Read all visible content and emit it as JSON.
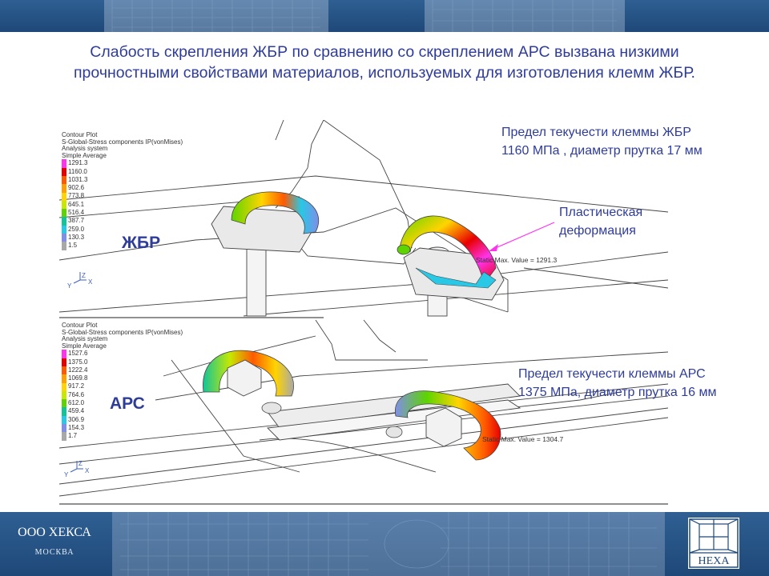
{
  "slide": {
    "title_line1": "Слабость скрепления ЖБР по сравнению со скреплением АРС вызвана низкими",
    "title_line2": "прочностными свойствами материалов, используемых для изготовления клемм  ЖБР."
  },
  "plot_top": {
    "legend_title": [
      "Contour Plot",
      "S-Global-Stress components IP(vonMises)",
      "Analysis system",
      "Simple Average"
    ],
    "legend_values": [
      "1291.3",
      "1160.0",
      "1031.3",
      "902.6",
      "773.8",
      "645.1",
      "516.4",
      "387.7",
      "259.0",
      "130.3",
      "1.5"
    ],
    "legend_colors": [
      "#ff33ee",
      "#e80000",
      "#ff5a00",
      "#ff9f00",
      "#ffd400",
      "#c8e800",
      "#5dd400",
      "#12c49a",
      "#28c8e6",
      "#7f8ee8",
      "#a8a8a8"
    ],
    "label": "ЖБР",
    "note_line1": "Предел текучести клеммы ЖБР",
    "note_line2": "1160 МПа , диаметр прутка 17 мм",
    "callout_line1": "Пластическая",
    "callout_line2": "деформация",
    "static_max": "Static Max. Value  =  1291.3",
    "axes": {
      "z": "Z",
      "y": "Y",
      "x": "X"
    }
  },
  "plot_bottom": {
    "legend_title": [
      "Contour Plot",
      "S-Global-Stress components IP(vonMises)",
      "Analysis system",
      "Simple Average"
    ],
    "legend_values": [
      "1527.6",
      "1375.0",
      "1222.4",
      "1069.8",
      "917.2",
      "764.6",
      "612.0",
      "459.4",
      "306.9",
      "154.3",
      "1.7"
    ],
    "legend_colors": [
      "#ff33ee",
      "#e80000",
      "#ff5a00",
      "#ff9f00",
      "#ffd400",
      "#c8e800",
      "#5dd400",
      "#12c49a",
      "#28c8e6",
      "#7f8ee8",
      "#a8a8a8"
    ],
    "label": "АРС",
    "note_line1": "Предел текучести клеммы АРС",
    "note_line2": "1375 МПа, диаметр прутка 16 мм",
    "static_max": "Static Max. Value  =  1304.7",
    "axes": {
      "z": "Z",
      "y": "Y",
      "x": "X"
    }
  },
  "footer": {
    "company": "ООО ХЕКСА",
    "city": "МОСКВА",
    "logo_text": "HEXA"
  },
  "colors": {
    "accent_text": "#2e3c9a",
    "band": "#1e4878",
    "callout_arrow": "#ff33ee"
  }
}
